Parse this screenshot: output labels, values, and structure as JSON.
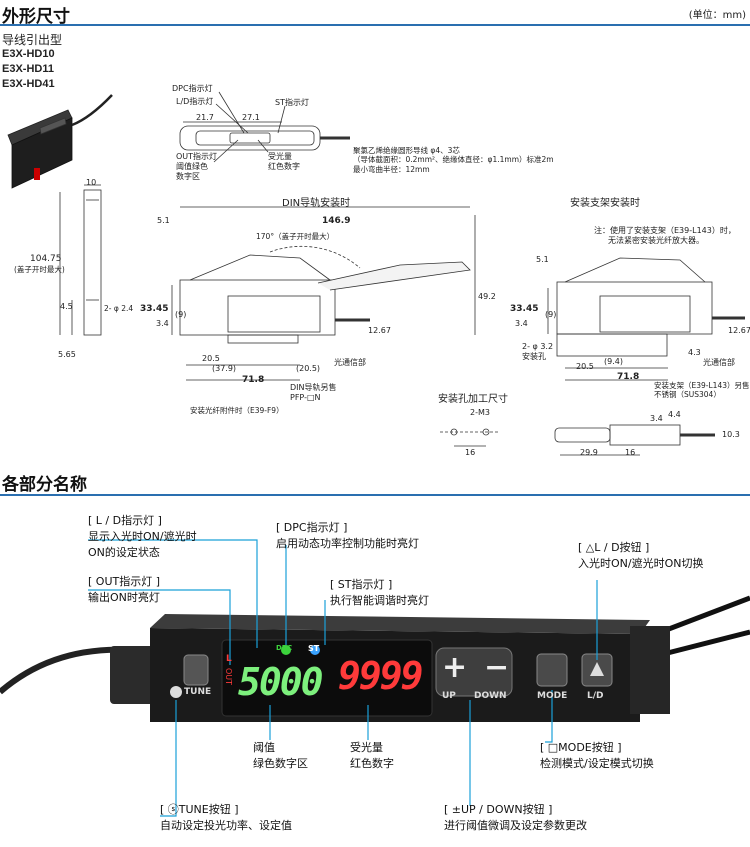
{
  "header": {
    "section1_title": "外形尺寸",
    "unit": "(单位：mm)",
    "subtitle": "导线引出型",
    "models": [
      "E3X-HD10",
      "E3X-HD11",
      "E3X-HD41"
    ]
  },
  "top_drawing": {
    "dpc": "DPC指示灯",
    "ld": "L/D指示灯",
    "st": "ST指示灯",
    "d1": "21.7",
    "d2": "27.1",
    "out_lines": [
      "OUT指示灯",
      "阈值绿色",
      "数字区"
    ],
    "recv_lines": [
      "受光量",
      "红色数字"
    ],
    "cable_lines": [
      "聚氯乙烯绝缘圆形导线 φ4、3芯",
      "（导体截面积：0.2mm²、绝缘体直径：φ1.1mm）标准2m",
      "最小弯曲半径：12mm"
    ]
  },
  "side_view": {
    "w10": "10",
    "h10475": "104.75",
    "note": "(盖子开时最大)",
    "d45": "4.5",
    "hole": "2- φ 2.4",
    "d565": "5.65"
  },
  "din": {
    "title": "DIN导轨安装时",
    "d51": "5.1",
    "d1469": "146.9",
    "angle": "170°（盖子开时最大）",
    "d492": "49.2",
    "d3345": "33.45",
    "d9": "(9)",
    "d34": "3.4",
    "d1267": "12.67",
    "d205": "20.5",
    "d379": "(37.9)",
    "d205b": "(20.5)",
    "d718": "71.8",
    "light": "光通信部",
    "rail_lines": [
      "DIN导轨另售",
      "PFP-□N"
    ],
    "fiber": "安装光纤附件时（E39-F9）"
  },
  "bracket": {
    "title": "安装支架安装时",
    "note_lines": [
      "注：使用了安装支架（E39-L143）时，",
      "无法紧密安装光纤放大器。"
    ],
    "d51": "5.1",
    "d3345": "33.45",
    "d9": "(9)",
    "d34": "3.4",
    "hole_lines": [
      "2- φ 3.2",
      "安装孔"
    ],
    "d205": "20.5",
    "d94": "(9.4)",
    "d718": "71.8",
    "d1267": "12.67",
    "d43": "4.3",
    "light": "光通信部",
    "bracket_lines": [
      "安装支架（E39-L143）另售",
      "不锈钢（SUS304）"
    ]
  },
  "holes": {
    "title": "安装孔加工尺寸",
    "m3": "2-M3",
    "d16": "16"
  },
  "connector": {
    "d34": "3.4",
    "d44": "4.4",
    "d103": "10.3",
    "d299": "29.9",
    "d16": "16"
  },
  "parts": {
    "section2_title": "各部分名称",
    "ld_title": "[ L / D指示灯 ]",
    "ld_lines": [
      "显示入光时ON/遮光时",
      "ON的设定状态"
    ],
    "out_title": "[ OUT指示灯 ]",
    "out_desc": "输出ON时亮灯",
    "dpc_title": "[ DPC指示灯 ]",
    "dpc_desc": "启用动态功率控制功能时亮灯",
    "st_title": "[ ST指示灯 ]",
    "st_desc": "执行智能调谐时亮灯",
    "ldbtn_title": "[ △L / D按钮 ]",
    "ldbtn_desc": "入光时ON/遮光时ON切换",
    "threshold_lines": [
      "阈值",
      "绿色数字区"
    ],
    "received_lines": [
      "受光量",
      "红色数字"
    ],
    "mode_title": "[ □MODE按钮 ]",
    "mode_desc": "检测模式/设定模式切换",
    "tune_title": "[ ⓢTUNE按钮 ]",
    "tune_desc": "自动设定投光功率、设定值",
    "updown_title": "[ ±UP / DOWN按钮 ]",
    "updown_desc": "进行阈值微调及设定参数更改"
  },
  "device": {
    "green_digits": "5000",
    "red_digits": "9999",
    "ind_l": "L",
    "ind_out": "OUT",
    "ind_dpc": "DPC",
    "ind_st": "ST",
    "up": "UP",
    "down": "DOWN",
    "mode": "MODE",
    "ld": "L/D",
    "tune": "TUNE",
    "plus": "+",
    "minus": "−"
  },
  "colors": {
    "accent": "#2a6fb0",
    "leader": "#1aa0d8",
    "green_led": "#7df07d",
    "red_led": "#ff3a3a"
  }
}
